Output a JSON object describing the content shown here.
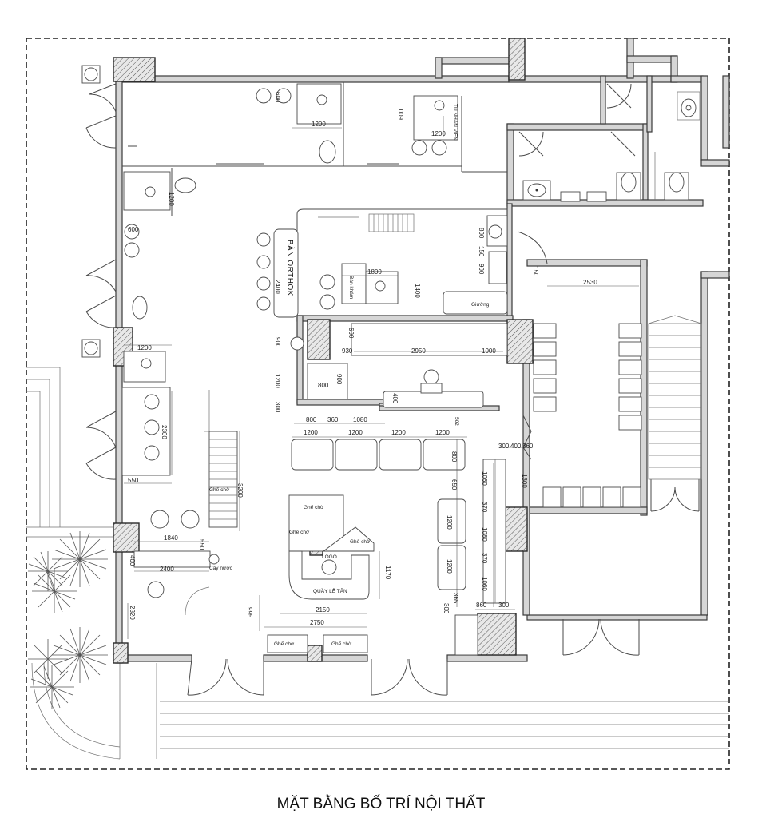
{
  "title": "MẶT BẰNG BỐ TRÍ NỘI THẤT",
  "labels": {
    "ban_orthok": "BÀN ORTHOK",
    "tu_nhan_vien": "TỦ NHÂN VIÊN",
    "quay_le_tan": "QUẦY LỄ TÂN",
    "logo": "LOGO",
    "ghe_cho": "Ghế chờ",
    "cay_nuoc": "Cây nước",
    "ban_kham": "Bàn khám",
    "giuong": "Giường"
  },
  "dimensions": {
    "d600a": "600",
    "d1200a": "1200",
    "d600b": "600",
    "d1200b": "1200",
    "d1200c": "1200",
    "d600c": "600",
    "d2400": "2400",
    "d150a": "150",
    "d1800": "1800",
    "d1400": "1400",
    "d800a": "800",
    "d150b": "150",
    "d900a": "900",
    "d600d": "600",
    "d900b": "900",
    "d930": "930",
    "d2950": "2950",
    "d1000": "1000",
    "d1200d": "1200",
    "d800b": "800",
    "d900c": "900",
    "d400": "400",
    "d300a": "300",
    "d800c": "800",
    "d360": "360",
    "d1080a": "1080",
    "d1200e": "1200",
    "d1200f": "1200",
    "d1200g": "1200",
    "d1200h": "1200",
    "d502": "502",
    "d2530": "2530",
    "d1200i": "1200",
    "d2300": "2300",
    "d550a": "550",
    "d3200": "3200",
    "d1840": "1840",
    "d550b": "550",
    "d2400b": "2400",
    "d400b": "400",
    "d2320": "2320",
    "d800d": "800",
    "d650": "650",
    "d1200j": "1200",
    "d1200k": "1200",
    "d300b": "300",
    "d400c": "400",
    "d360b": "360",
    "d1060a": "1060",
    "d370a": "370",
    "d1080b": "1080",
    "d370b": "370",
    "d1060b": "1060",
    "d1300": "1300",
    "d1170": "1170",
    "d2150": "2150",
    "d300c": "300",
    "d365": "365",
    "d860": "860",
    "d300d": "300",
    "d995": "995",
    "d2750": "2750"
  }
}
